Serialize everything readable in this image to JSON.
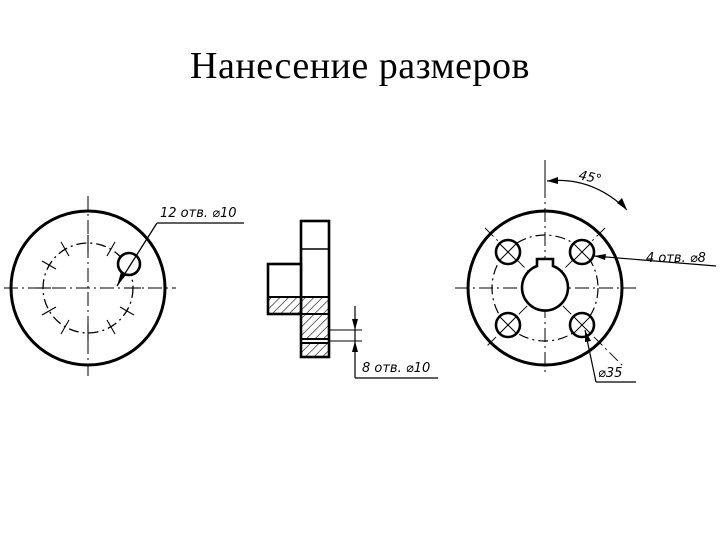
{
  "slide": {
    "title": "Нанесение размеров"
  },
  "drawing": {
    "left_part": {
      "callout": "12 отв. ⌀10"
    },
    "middle_part": {
      "callout": "8 отв. ⌀10"
    },
    "right_part": {
      "angle_label": "45°",
      "holes_callout": "4 отв. ⌀8",
      "circle_diameter": "⌀35"
    }
  }
}
